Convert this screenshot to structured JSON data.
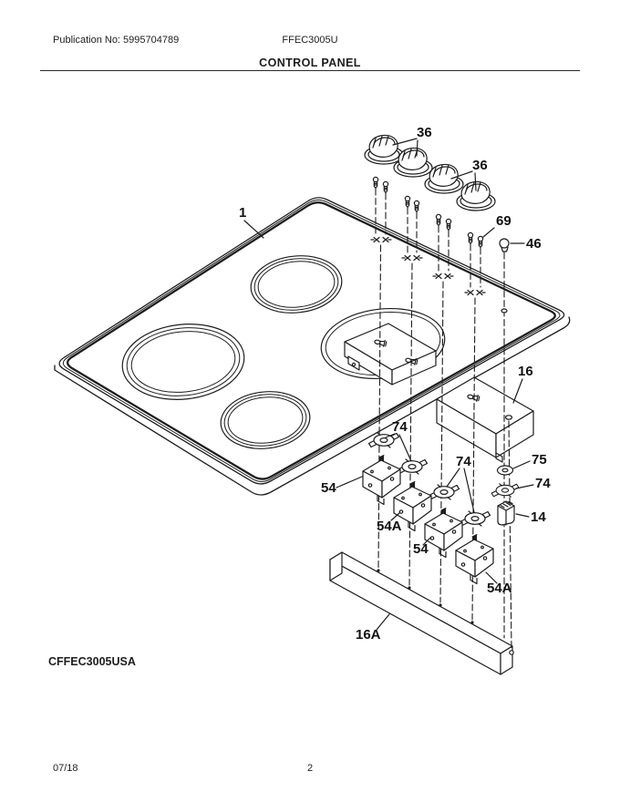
{
  "page": {
    "publication_label": "Publication No: 5995704789",
    "model_number": "FFEC3005U",
    "section_title": "CONTROL PANEL",
    "variant_code": "CFFEC3005USA",
    "date_code": "07/18",
    "page_number": "2"
  },
  "diagram": {
    "kind": "exploded-parts-view",
    "subject": "cooktop control panel",
    "ink_color": "#1d1d1d",
    "paper_color": "#ffffff",
    "callouts": [
      {
        "text": "1"
      },
      {
        "text": "36"
      },
      {
        "text": "36"
      },
      {
        "text": "69"
      },
      {
        "text": "46"
      },
      {
        "text": "16"
      },
      {
        "text": "74"
      },
      {
        "text": "74"
      },
      {
        "text": "75"
      },
      {
        "text": "74"
      },
      {
        "text": "14"
      },
      {
        "text": "54"
      },
      {
        "text": "54A"
      },
      {
        "text": "54"
      },
      {
        "text": "54A"
      },
      {
        "text": "16A"
      }
    ]
  }
}
